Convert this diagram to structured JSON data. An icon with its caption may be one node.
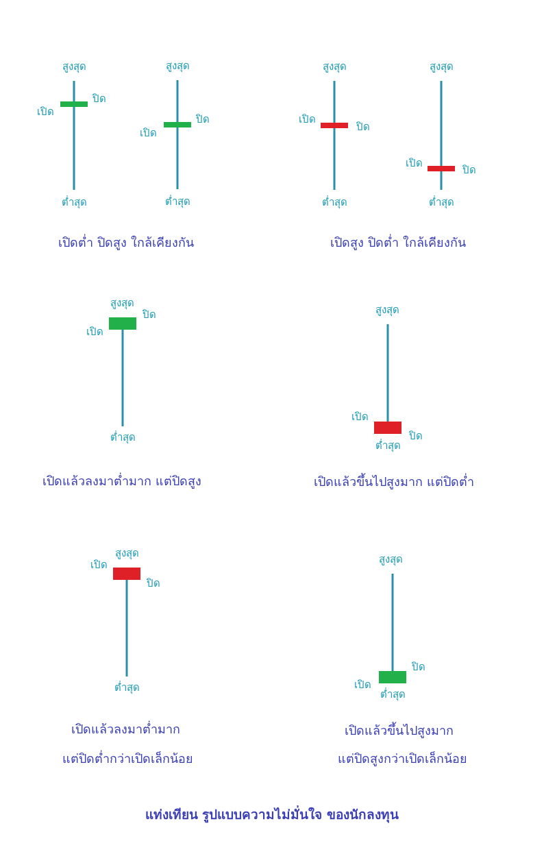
{
  "diagram": {
    "title": "แท่งเทียน รูปแบบความไม่มั่นใจ ของนักลงทุน",
    "labels": [
      "สูงสุด",
      "ปิด",
      "เปิด",
      "ต่ำสุด",
      "สูงสุด",
      "ปิด",
      "เปิด",
      "ต่ำสุด",
      "สูงสุด",
      "เปิด",
      "ปิด",
      "ต่ำสุด",
      "สูงสุด",
      "เปิด",
      "ปิด",
      "ต่ำสุด",
      "เปิดต่ำ ปิดสูง ใกล้เคียงกัน",
      "เปิดสูง ปิดต่ำ ใกล้เคียงกัน",
      "สูงสุด",
      "ปิด",
      "เปิด",
      "ต่ำสุด",
      "สูงสุด",
      "เปิด",
      "ปิด",
      "ต่ำสุด",
      "เปิดแล้วลงมาต่ำมาก แต่ปิดสูง",
      "เปิดแล้วขึ้นไปสูงมาก แต่ปิดต่ำ",
      "สูงสุด",
      "เปิด",
      "ปิด",
      "ต่ำสุด",
      "สูงสุด",
      "ปิด",
      "เปิด",
      "ต่ำสุด",
      "เปิดแล้วลงมาต่ำมาก",
      "เปิดแล้วขึ้นไปสูงมาก",
      "แต่ปิดต่ำกว่าเปิดเล็กน้อย",
      "แต่ปิดสูงกว่าเปิดเล็กน้อย"
    ]
  }
}
